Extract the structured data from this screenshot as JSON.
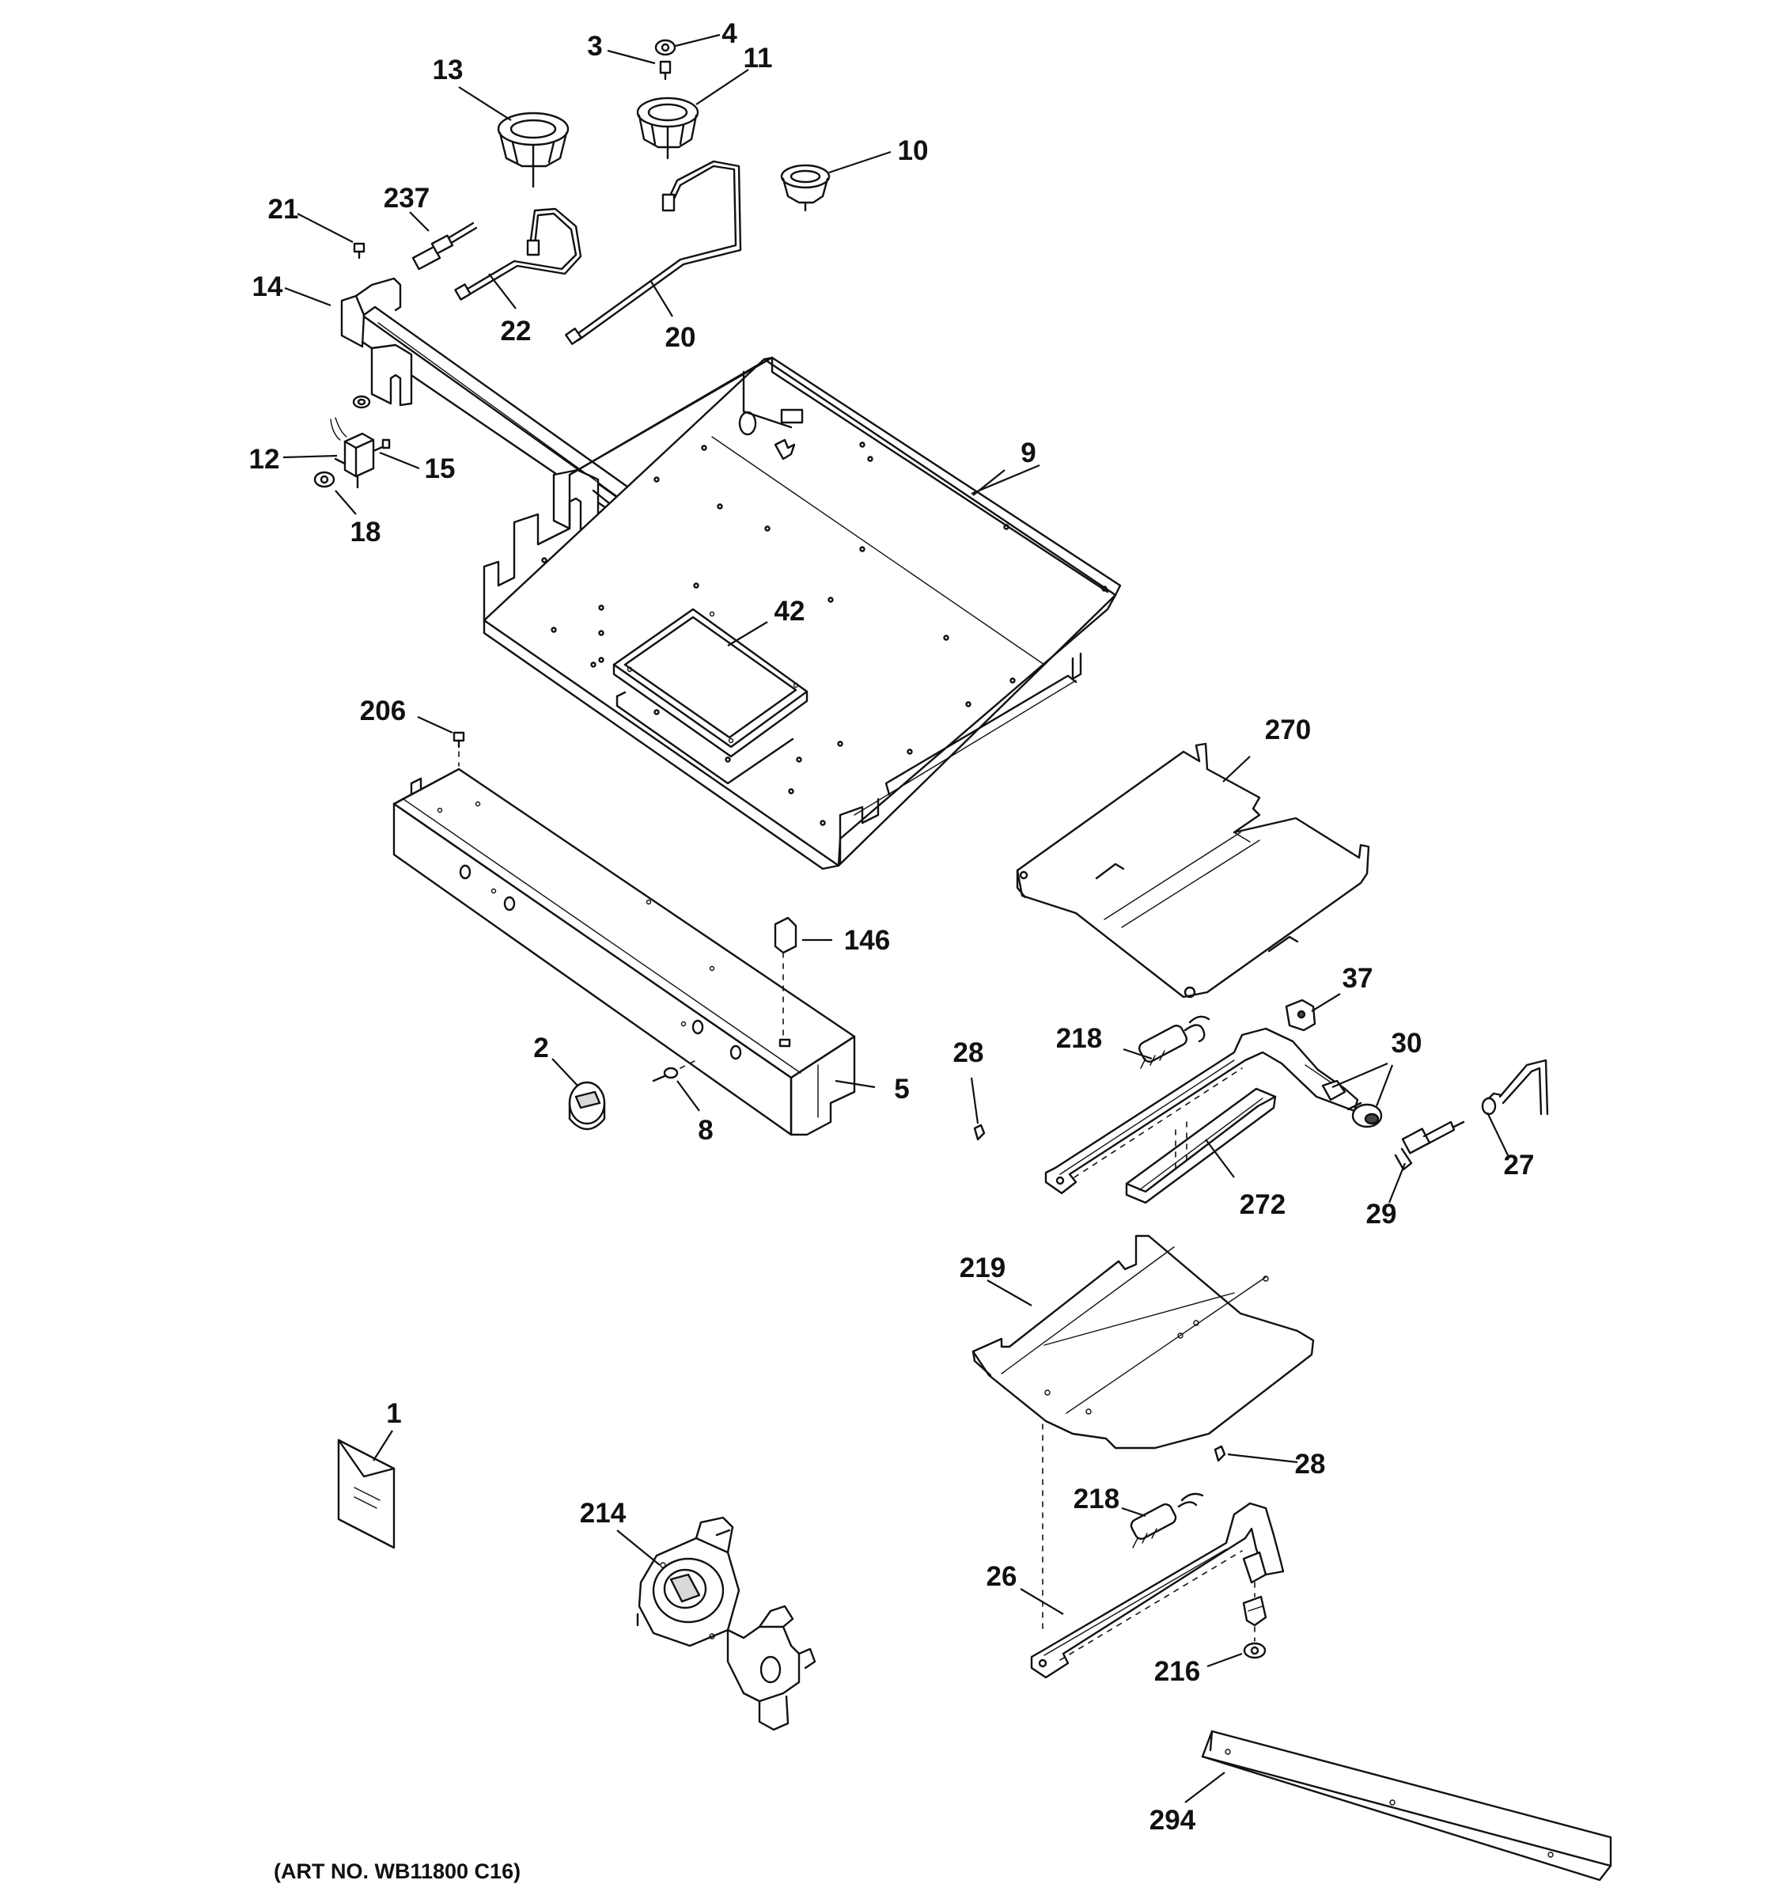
{
  "diagram": {
    "art_number": "(ART NO. WB11800 C16)",
    "callouts": [
      {
        "id": "c1",
        "label": "1"
      },
      {
        "id": "c2",
        "label": "2"
      },
      {
        "id": "c3",
        "label": "3"
      },
      {
        "id": "c4",
        "label": "4"
      },
      {
        "id": "c5",
        "label": "5"
      },
      {
        "id": "c8",
        "label": "8"
      },
      {
        "id": "c9",
        "label": "9"
      },
      {
        "id": "c10",
        "label": "10"
      },
      {
        "id": "c11",
        "label": "11"
      },
      {
        "id": "c12",
        "label": "12"
      },
      {
        "id": "c13",
        "label": "13"
      },
      {
        "id": "c14",
        "label": "14"
      },
      {
        "id": "c15",
        "label": "15"
      },
      {
        "id": "c18",
        "label": "18"
      },
      {
        "id": "c20",
        "label": "20"
      },
      {
        "id": "c21",
        "label": "21"
      },
      {
        "id": "c22",
        "label": "22"
      },
      {
        "id": "c26",
        "label": "26"
      },
      {
        "id": "c27",
        "label": "27"
      },
      {
        "id": "c28a",
        "label": "28"
      },
      {
        "id": "c28b",
        "label": "28"
      },
      {
        "id": "c29",
        "label": "29"
      },
      {
        "id": "c30",
        "label": "30"
      },
      {
        "id": "c37",
        "label": "37"
      },
      {
        "id": "c42",
        "label": "42"
      },
      {
        "id": "c146",
        "label": "146"
      },
      {
        "id": "c206",
        "label": "206"
      },
      {
        "id": "c214",
        "label": "214"
      },
      {
        "id": "c216",
        "label": "216"
      },
      {
        "id": "c218a",
        "label": "218"
      },
      {
        "id": "c218b",
        "label": "218"
      },
      {
        "id": "c219",
        "label": "219"
      },
      {
        "id": "c237",
        "label": "237"
      },
      {
        "id": "c270",
        "label": "270"
      },
      {
        "id": "c272",
        "label": "272"
      },
      {
        "id": "c294",
        "label": "294"
      }
    ]
  }
}
